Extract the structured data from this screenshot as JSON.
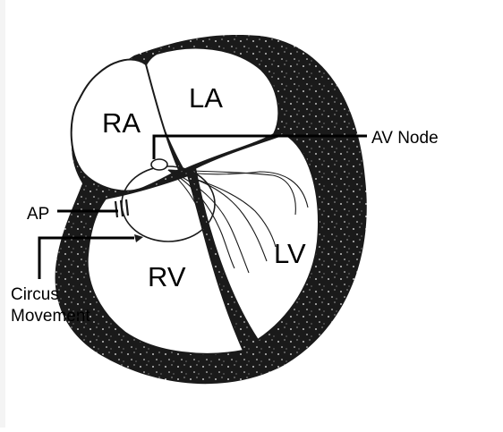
{
  "diagram": {
    "chambers": {
      "ra": "RA",
      "la": "LA",
      "rv": "RV",
      "lv": "LV"
    },
    "callouts": {
      "av_node": "AV Node",
      "ap": "AP",
      "circus_line1": "Circus",
      "circus_line2": "Movement"
    },
    "colors": {
      "ink": "#1a1a1a",
      "paper": "#ffffff",
      "tissue_speckle": "#f2f2f2"
    }
  }
}
